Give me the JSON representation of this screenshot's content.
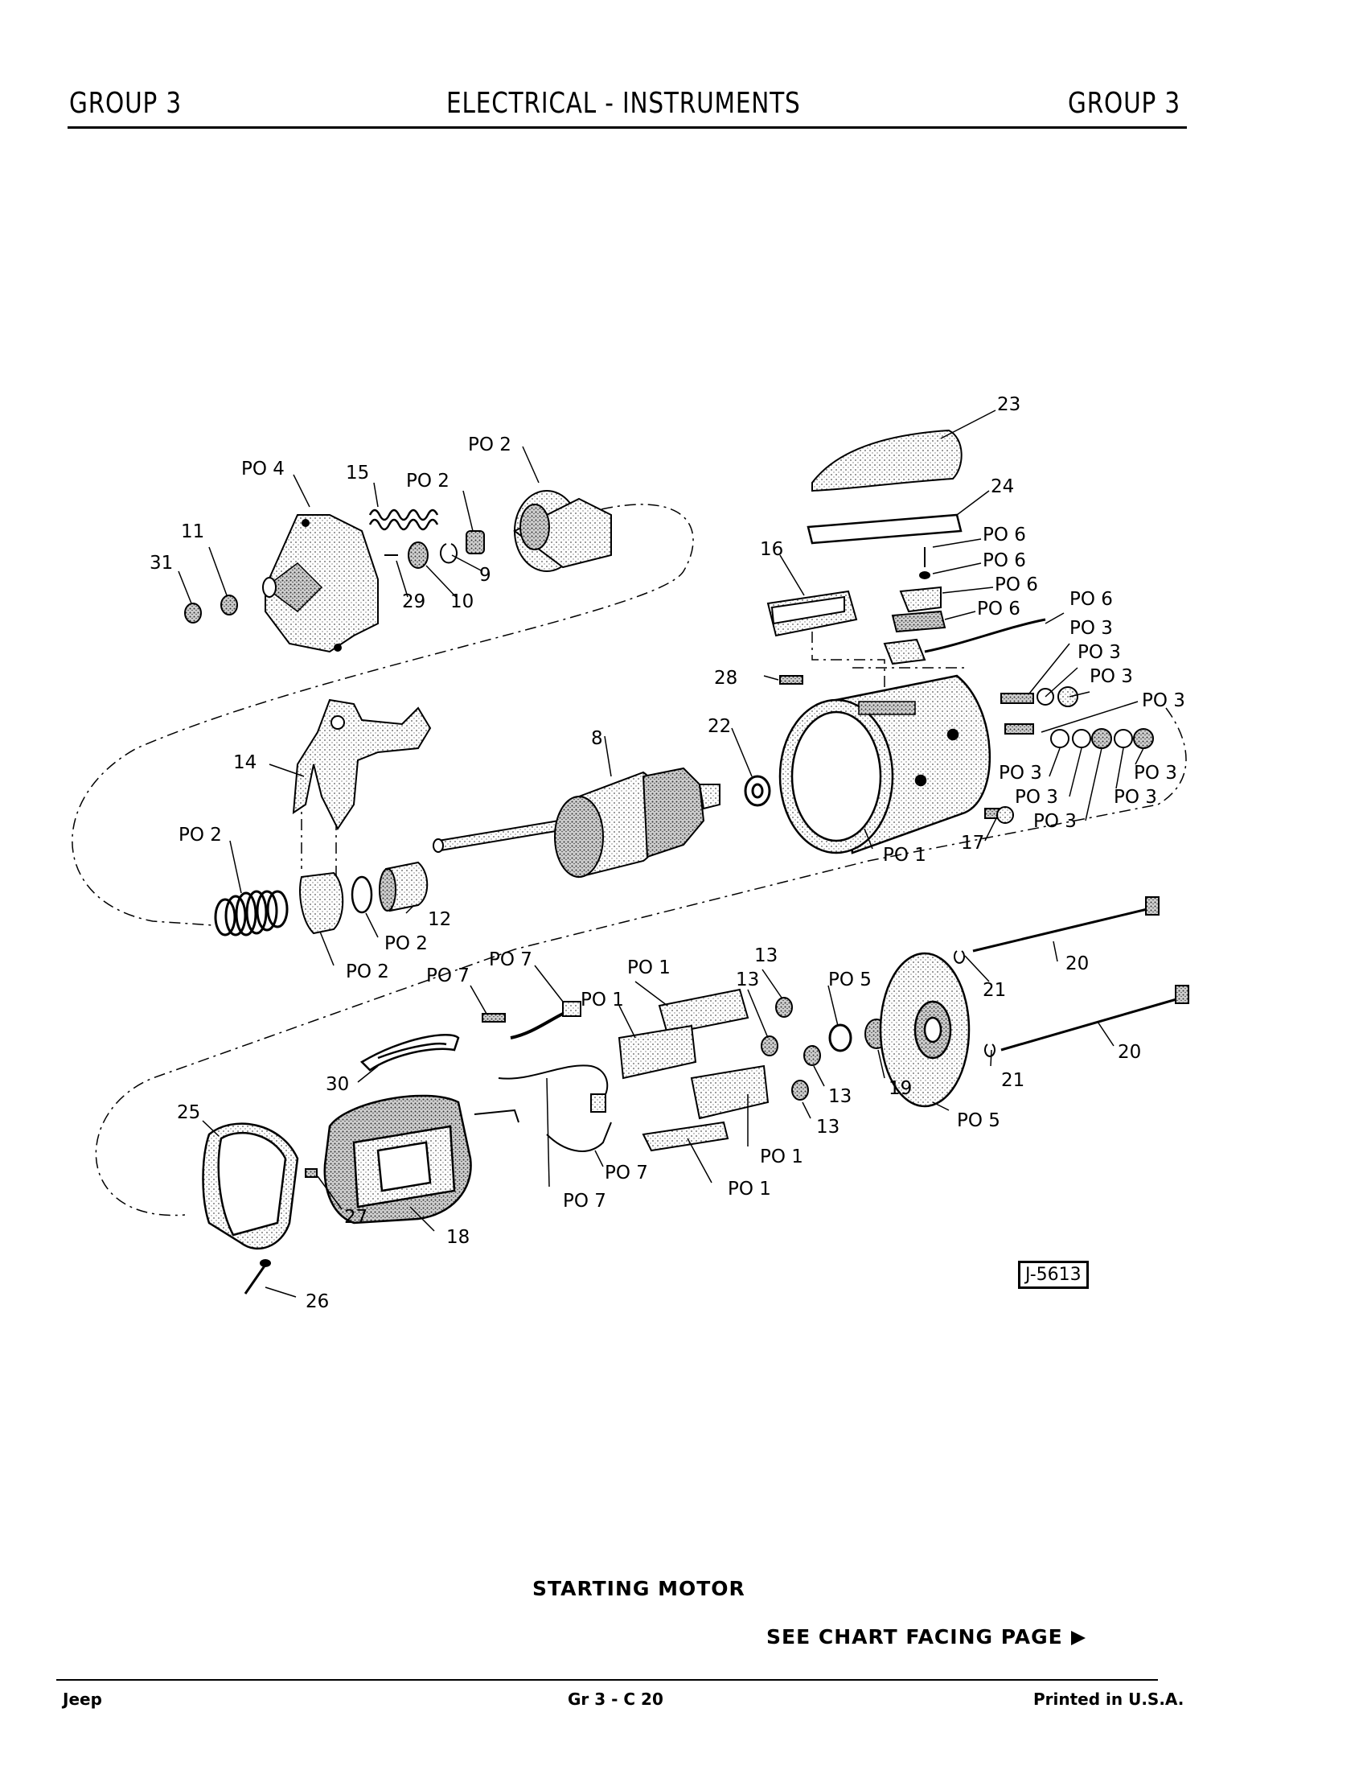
{
  "header": {
    "left": "GROUP 3",
    "center": "ELECTRICAL - INSTRUMENTS",
    "right": "GROUP 3"
  },
  "diagram": {
    "reference": "J-5613",
    "callouts": {
      "po4": "PO 4",
      "c15": "15",
      "po2_a": "PO 2",
      "po2_b": "PO 2",
      "c11": "11",
      "c31": "31",
      "c29": "29",
      "c10": "10",
      "c9": "9",
      "c23": "23",
      "c24": "24",
      "po6_a": "PO 6",
      "po6_b": "PO 6",
      "po6_c": "PO 6",
      "po6_d": "PO 6",
      "po6_e": "PO 6",
      "c16": "16",
      "po3_a": "PO 3",
      "po3_b": "PO 3",
      "po3_c": "PO 3",
      "po3_d": "PO 3",
      "po3_e": "PO 3",
      "po3_f": "PO 3",
      "po3_g": "PO 3",
      "po3_h": "PO 3",
      "c28": "28",
      "c14": "14",
      "c8": "8",
      "c22": "22",
      "c17": "17",
      "po1_a": "PO 1",
      "po2_c": "PO 2",
      "c12": "12",
      "po2_d": "PO 2",
      "po2_e": "PO 2",
      "po7_a": "PO 7",
      "po7_b": "PO 7",
      "po1_b": "PO 1",
      "po1_c": "PO 1",
      "c13_a": "13",
      "c13_b": "13",
      "po5_a": "PO 5",
      "c20_a": "20",
      "c21_a": "21",
      "c30": "30",
      "c25": "25",
      "c13_c": "13",
      "c19": "19",
      "c21_b": "21",
      "c20_b": "20",
      "c13_d": "13",
      "po5_b": "PO 5",
      "po1_d": "PO 1",
      "po7_c": "PO 7",
      "po1_e": "PO 1",
      "po7_d": "PO 7",
      "c27": "27",
      "c18": "18",
      "c26": "26"
    }
  },
  "caption": "STARTING MOTOR",
  "see_chart": "SEE CHART FACING PAGE",
  "footer": {
    "left": "Jeep",
    "center": "Gr 3 - C 20",
    "right": "Printed in U.S.A."
  }
}
